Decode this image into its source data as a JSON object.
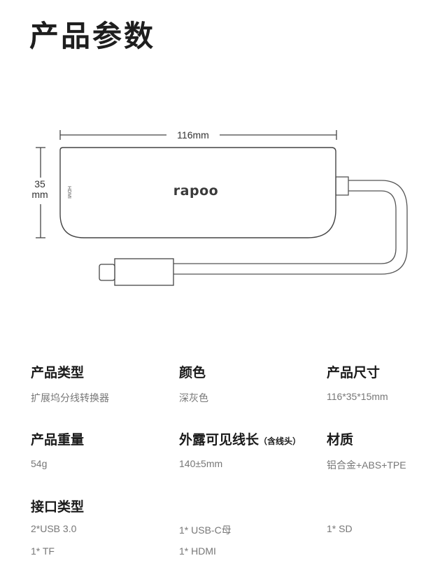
{
  "page_title": "产品参数",
  "diagram": {
    "width_label": "116mm",
    "height_value": "35",
    "height_unit": "mm",
    "brand": "rapoo",
    "hdmi_label": "HDMI"
  },
  "specs": [
    {
      "label": "产品类型",
      "value": "扩展坞分线转换器"
    },
    {
      "label": "颜色",
      "value": "深灰色"
    },
    {
      "label": "产品尺寸",
      "value": "116*35*15mm"
    },
    {
      "label": "产品重量",
      "value": "54g"
    },
    {
      "label": "外露可见线长",
      "note": "（含线头）",
      "value": "140±5mm"
    },
    {
      "label": "材质",
      "value": "铝合金+ABS+TPE"
    }
  ],
  "interface": {
    "label": "接口类型",
    "ports": [
      "2*USB 3.0",
      "1* USB-C母",
      "1* SD",
      "1* TF",
      "1* HDMI"
    ]
  }
}
